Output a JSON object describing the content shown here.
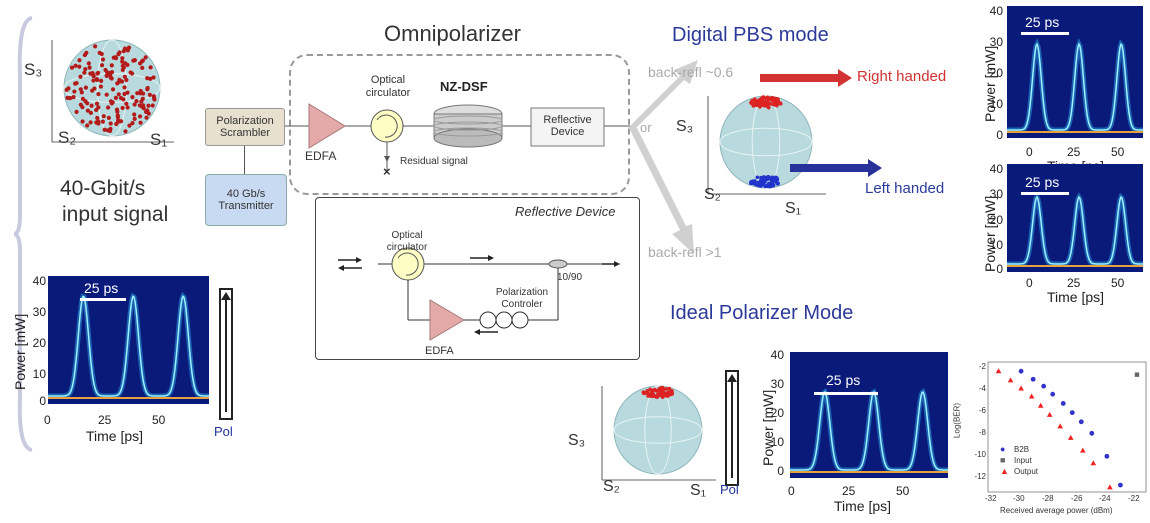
{
  "input": {
    "title_line1": "40-Gbit/s",
    "title_line2": "input signal",
    "transmitter": "40 Gb/s Transmitter",
    "scrambler": "Polarization Scrambler"
  },
  "omni": {
    "title": "Omnipolarizer",
    "nzdsf": "NZ-DSF",
    "circulator": "Optical circulator",
    "edfa": "EDFA",
    "residual": "Residual signal",
    "reflective": "Reflective Device",
    "or": "or"
  },
  "reflective_detail": {
    "title": "Reflective Device",
    "circulator": "Optical circulator",
    "coupler": "10/90",
    "pol_ctrl": "Polarization Controler",
    "edfa": "EDFA"
  },
  "modes": {
    "pbs_title": "Digital PBS mode",
    "pbs_refl": "back-refl ~0.6",
    "right": "Right handed",
    "left": "Left handed",
    "ideal_title": "Ideal Polarizer Mode",
    "ideal_refl": "back-refl >1"
  },
  "sphere_axes": {
    "s1": "S₁",
    "s2": "S₂",
    "s3": "S₃"
  },
  "pol_label": "Pol",
  "scope": {
    "ylabel": "Power [mW]",
    "xlabel": "Time [ps]",
    "scale_bar": "25 ps",
    "yticks": [
      "40",
      "30",
      "20",
      "10",
      "0"
    ],
    "xticks_a": [
      "0",
      "25",
      "50"
    ],
    "xticks_b": [
      "0",
      "25",
      "50"
    ]
  },
  "ber": {
    "ylabel": "Log(BER)",
    "xlabel": "Received average power (dBm)",
    "legend": [
      "B2B",
      "Input",
      "Output"
    ],
    "yticks": [
      "-2",
      "-4",
      "-6",
      "-8",
      "-10",
      "-12"
    ],
    "xticks": [
      "-32",
      "-30",
      "-28",
      "-26",
      "-24",
      "-22"
    ]
  },
  "chart_data": {
    "type": "scatter",
    "xlabel": "Received average power (dBm)",
    "ylabel": "Log(BER)",
    "xlim": [
      -32.5,
      -22
    ],
    "ylim": [
      -12.3,
      -1
    ],
    "series": [
      {
        "name": "B2B",
        "color": "#3333cc",
        "marker": "circle",
        "x": [
          -30.3,
          -29.5,
          -28.8,
          -28.2,
          -27.5,
          -26.9,
          -26.3,
          -25.6,
          -24.6,
          -23.7
        ],
        "y": [
          -1.8,
          -2.5,
          -3.1,
          -3.8,
          -4.6,
          -5.4,
          -6.2,
          -7.2,
          -9.2,
          -11.7
        ]
      },
      {
        "name": "Input",
        "color": "#666666",
        "marker": "square",
        "x": [
          -22.6
        ],
        "y": [
          -2.1
        ]
      },
      {
        "name": "Output",
        "color": "#ee2222",
        "marker": "triangle",
        "x": [
          -31.8,
          -31.0,
          -30.3,
          -29.6,
          -29.0,
          -28.4,
          -27.7,
          -27.0,
          -26.2,
          -25.5,
          -24.4
        ],
        "y": [
          -1.8,
          -2.6,
          -3.3,
          -4.0,
          -4.8,
          -5.6,
          -6.6,
          -7.6,
          -8.7,
          -9.8,
          -11.9
        ]
      }
    ]
  }
}
